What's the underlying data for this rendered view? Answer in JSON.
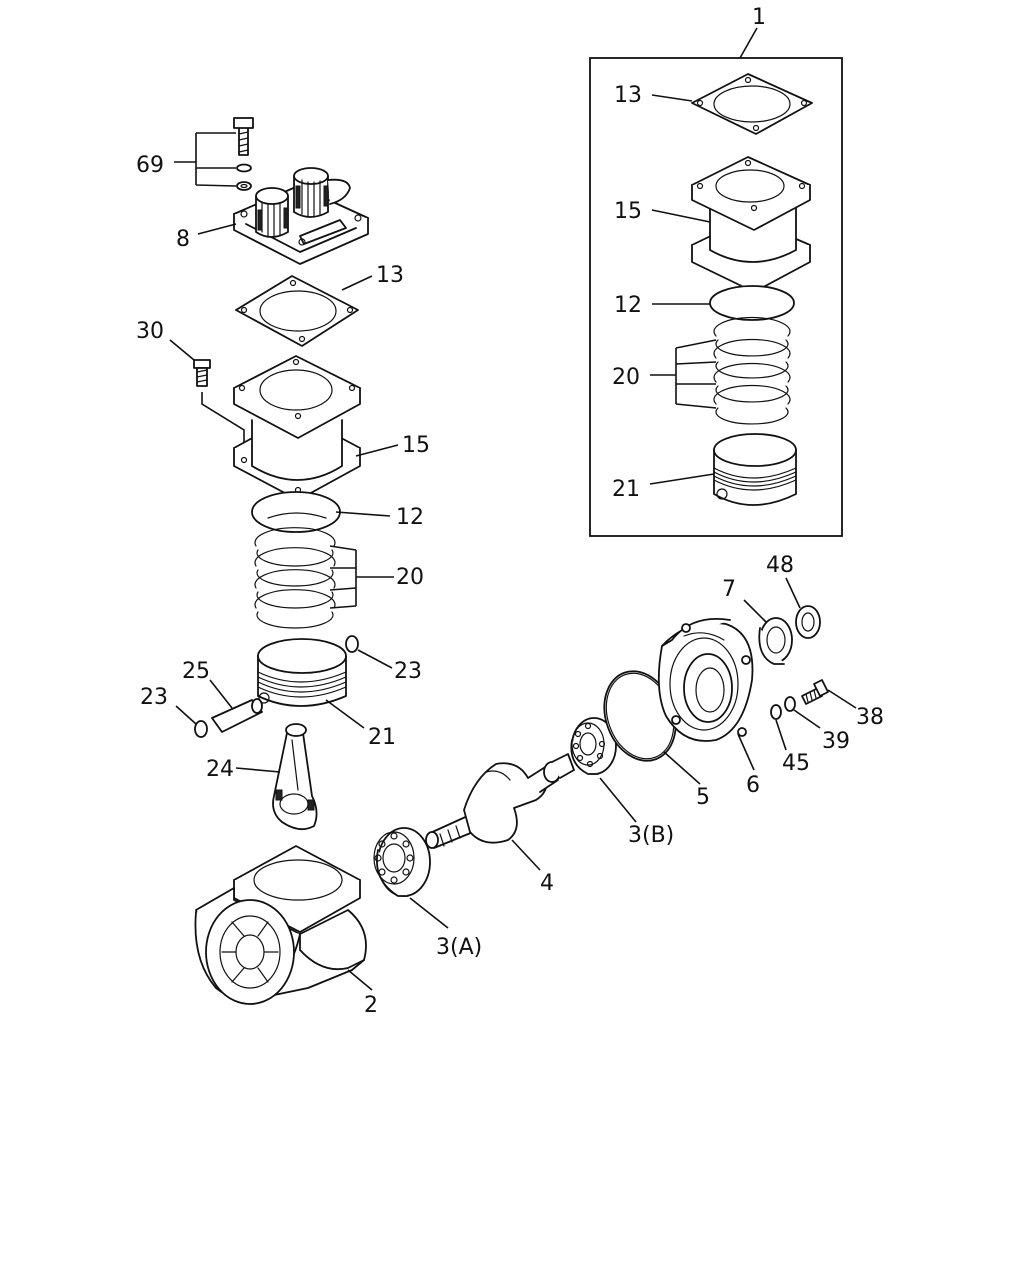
{
  "diagram": {
    "callouts": {
      "c1": "1",
      "c13_kit": "13",
      "c15_kit": "15",
      "c12_kit": "12",
      "c20_kit": "20",
      "c21_kit": "21",
      "c69": "69",
      "c8": "8",
      "c13": "13",
      "c30": "30",
      "c15": "15",
      "c12": "12",
      "c20": "20",
      "c25": "25",
      "c23_right": "23",
      "c23_left": "23",
      "c21": "21",
      "c24": "24",
      "c48": "48",
      "c7": "7",
      "c38": "38",
      "c39": "39",
      "c45": "45",
      "c6": "6",
      "c5": "5",
      "c3b": "3(B)",
      "c4": "4",
      "c3a": "3(A)",
      "c2": "2"
    }
  }
}
